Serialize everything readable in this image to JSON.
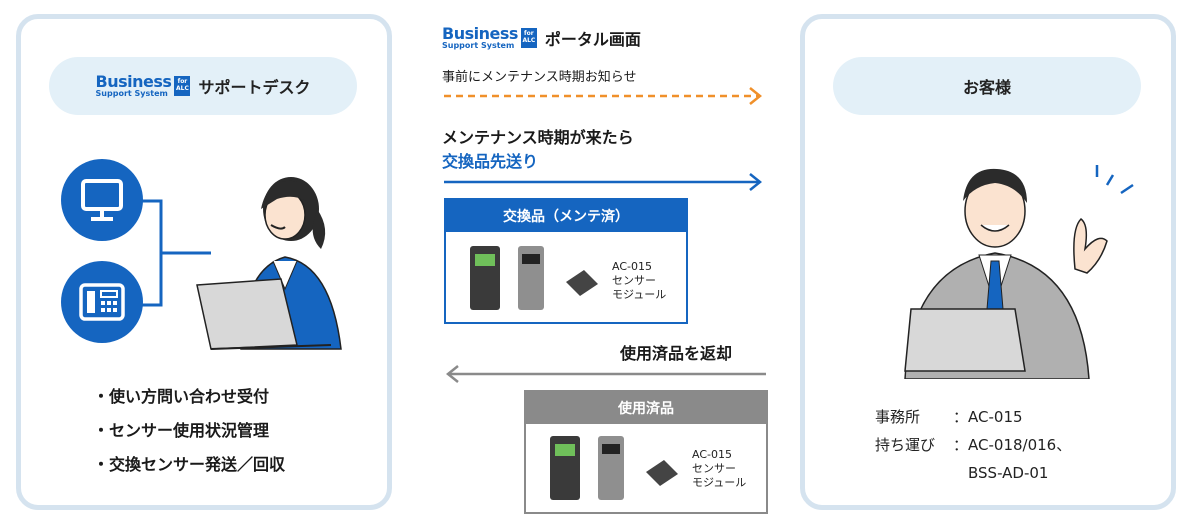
{
  "logo": {
    "big": "Business",
    "small": "Support System",
    "badge_top": "for",
    "badge_bottom": "ALC"
  },
  "left": {
    "title": "サポートデスク",
    "bullets": [
      "・使い方問い合わせ受付",
      "・センサー使用状況管理",
      "・交換センサー発送／回収"
    ]
  },
  "middle": {
    "portal_title": "ポータル画面",
    "notice": "事前にメンテナンス時期お知らせ",
    "send_line1": "メンテナンス時期が来たら",
    "send_line2": "交換品先送り",
    "replacement_box_title": "交換品（メンテ済）",
    "return_label": "使用済品を返却",
    "used_box_title": "使用済品",
    "device_label": [
      "AC-015",
      "センサー",
      "モジュール"
    ]
  },
  "right": {
    "title": "お客様",
    "info_rows": [
      {
        "key": "事務所",
        "sep": "：",
        "value": "AC-015"
      },
      {
        "key": "持ち運び",
        "sep": "：",
        "value": "AC-018/016、"
      },
      {
        "key": "",
        "sep": "",
        "value": "BSS-AD-01"
      }
    ]
  },
  "colors": {
    "primary": "#1565c0",
    "accent_orange": "#f0902a",
    "gray": "#8a8a8a",
    "panel_border": "#d5e3ef",
    "pill_bg": "#e3f0f8"
  }
}
